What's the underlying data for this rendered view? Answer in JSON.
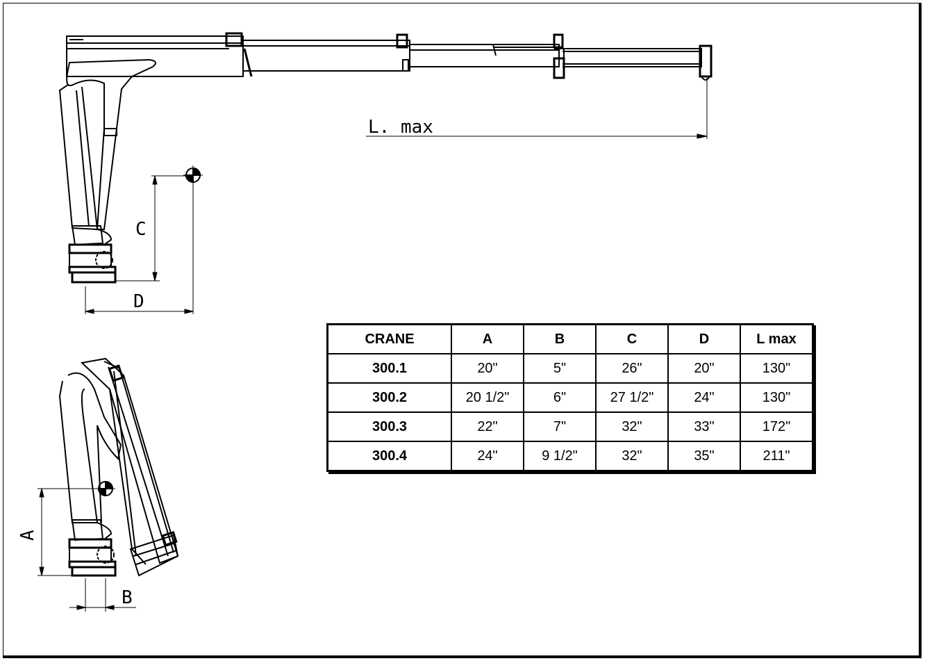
{
  "labels": {
    "lmax": "L. max",
    "c": "C",
    "d": "D",
    "a": "A",
    "b": "B"
  },
  "table": {
    "headers": [
      "CRANE",
      "A",
      "B",
      "C",
      "D",
      "L max"
    ],
    "rows": [
      [
        "300.1",
        "20\"",
        "5\"",
        "26\"",
        "20\"",
        "130\""
      ],
      [
        "300.2",
        "20 1/2\"",
        "6\"",
        "27 1/2\"",
        "24\"",
        "130\""
      ],
      [
        "300.3",
        "22\"",
        "7\"",
        "32\"",
        "33\"",
        "172\""
      ],
      [
        "300.4",
        "24\"",
        "9 1/2\"",
        "32\"",
        "35\"",
        "211\""
      ]
    ]
  }
}
